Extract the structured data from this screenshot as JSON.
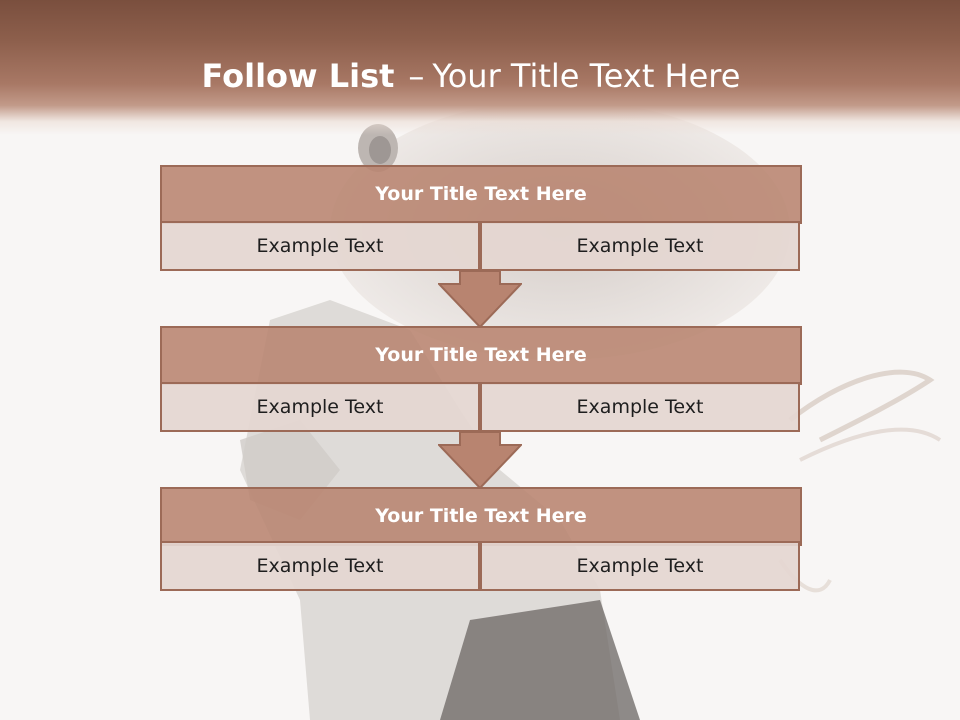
{
  "title": {
    "main": "Follow List",
    "separator": "–",
    "rest": "Your Title Text Here"
  },
  "blocks": [
    {
      "header": "Your Title Text Here",
      "left": "Example Text",
      "right": "Example Text"
    },
    {
      "header": "Your Title Text Here",
      "left": "Example Text",
      "right": "Example Text"
    },
    {
      "header": "Your Title Text Here",
      "left": "Example Text",
      "right": "Example Text"
    }
  ],
  "colors": {
    "band": "#8d5f4c",
    "header_fill": "#b88470",
    "border": "#9c6a57",
    "cell_fill": "#e4d6d1",
    "arrow_fill": "#b88470"
  },
  "icons": {
    "connector": "down-arrow-icon"
  }
}
